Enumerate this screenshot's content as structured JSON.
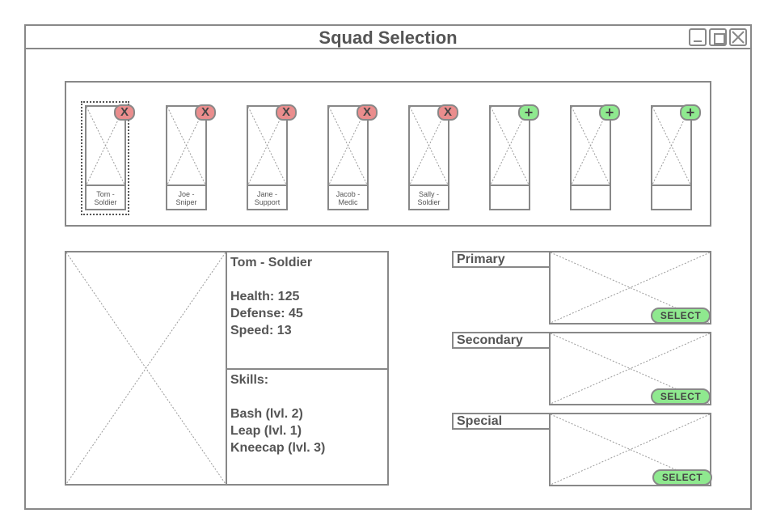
{
  "window": {
    "title": "Squad Selection"
  },
  "squad": {
    "slots": [
      {
        "label": "Tom -\nSoldier",
        "action": "X",
        "state": "remove"
      },
      {
        "label": "Joe -\nSniper",
        "action": "X",
        "state": "remove"
      },
      {
        "label": "Jane -\nSupport",
        "action": "X",
        "state": "remove"
      },
      {
        "label": "Jacob -\nMedic",
        "action": "X",
        "state": "remove"
      },
      {
        "label": "Sally -\nSoldier",
        "action": "X",
        "state": "remove"
      },
      {
        "label": "",
        "action": "+",
        "state": "add"
      },
      {
        "label": "",
        "action": "+",
        "state": "add"
      },
      {
        "label": "",
        "action": "+",
        "state": "add"
      }
    ]
  },
  "detail": {
    "name": "Tom - Soldier",
    "stats": [
      "Health: 125",
      "Defense: 45",
      "Speed: 13"
    ],
    "skills_title": "Skills:",
    "skills": [
      "Bash (lvl. 2)",
      "Leap (lvl. 1)",
      "Kneecap (lvl. 3)"
    ]
  },
  "loadout": [
    {
      "label": "Primary",
      "button": "SELECT"
    },
    {
      "label": "Secondary",
      "button": "SELECT"
    },
    {
      "label": "Special",
      "button": "SELECT"
    }
  ],
  "colors": {
    "border": "#888888",
    "remove": "#ea8d8d",
    "add": "#8fe98f",
    "text": "#555555"
  }
}
